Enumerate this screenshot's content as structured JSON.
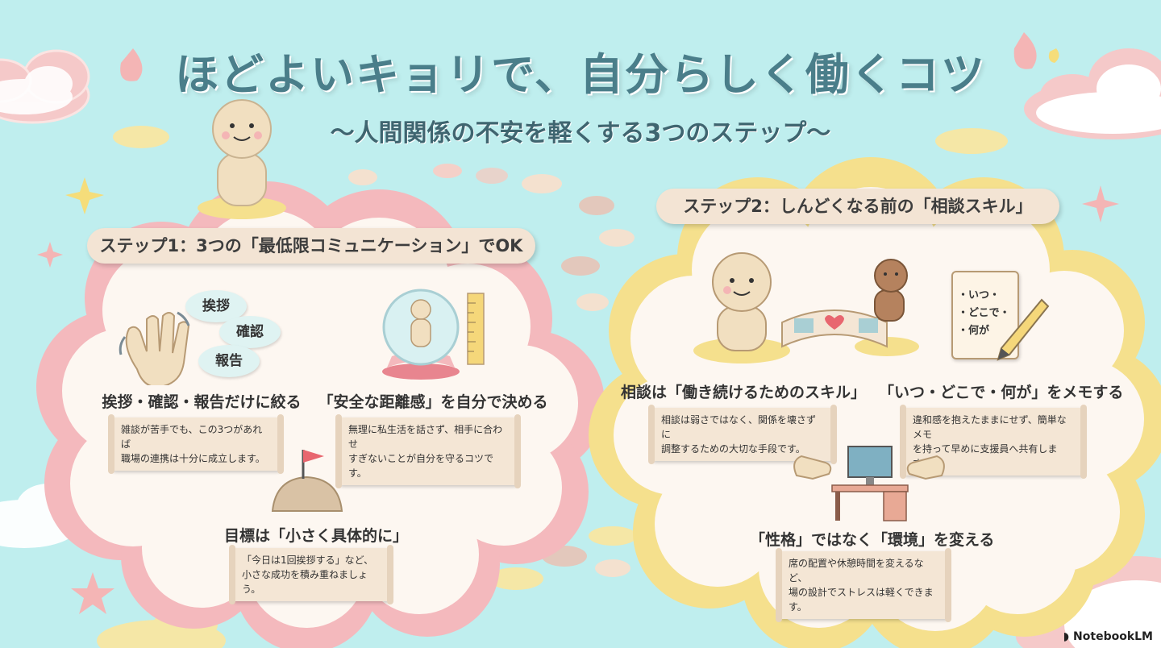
{
  "title": "ほどよいキョリで、自分らしく働くコツ",
  "subtitle": "～人間関係の不安を軽くする3つのステップ～",
  "colors": {
    "background": "#bfeeee",
    "pink_cloud": "#f4b9bd",
    "yellow_cloud": "#f5e08d",
    "title": "#4a7e8a",
    "pill": "#f3e4d4"
  },
  "step1": {
    "heading": "ステップ1：3つの「最低限コミュニケーション」でOK",
    "items": [
      {
        "label": "挨拶・確認・報告だけに絞る",
        "lines": [
          "雑談が苦手でも、この3つがあれば",
          "職場の連携は十分に成立します。"
        ],
        "bubbles": [
          "挨拶",
          "確認",
          "報告"
        ],
        "icon": "waving-hand-icon"
      },
      {
        "label": "「安全な距離感」を自分で決める",
        "lines": [
          "無理に私生活を話さず、相手に合わせ",
          "すぎないことが自分を守るコツです。"
        ],
        "icon": "snow-globe-ruler-icon"
      },
      {
        "label": "目標は「小さく具体的に」",
        "lines": [
          "「今日は1回挨拶する」など、",
          "小さな成功を積み重ねましょう。"
        ],
        "icon": "flag-hill-icon"
      }
    ]
  },
  "step2": {
    "heading": "ステップ2：しんどくなる前の「相談スキル」",
    "items": [
      {
        "label": "相談は「働き続けるためのスキル」",
        "lines": [
          "相談は弱さではなく、関係を壊さずに",
          "調整するための大切な手段です。"
        ],
        "icon": "bridge-people-icon"
      },
      {
        "label": "「いつ・どこで・何が」をメモする",
        "lines": [
          "違和感を抱えたままにせず、簡単なメモ",
          "を持って早めに支援員へ共有します。"
        ],
        "memo": [
          "・いつ・",
          "・どこで・",
          "・何が"
        ],
        "icon": "notepad-pencil-icon"
      },
      {
        "label": "「性格」ではなく「環境」を変える",
        "lines": [
          "席の配置や休憩時間を変えるなど、",
          "場の設計でストレスは軽くできます。"
        ],
        "icon": "desk-computer-icon"
      }
    ]
  },
  "brand": "NotebookLM"
}
